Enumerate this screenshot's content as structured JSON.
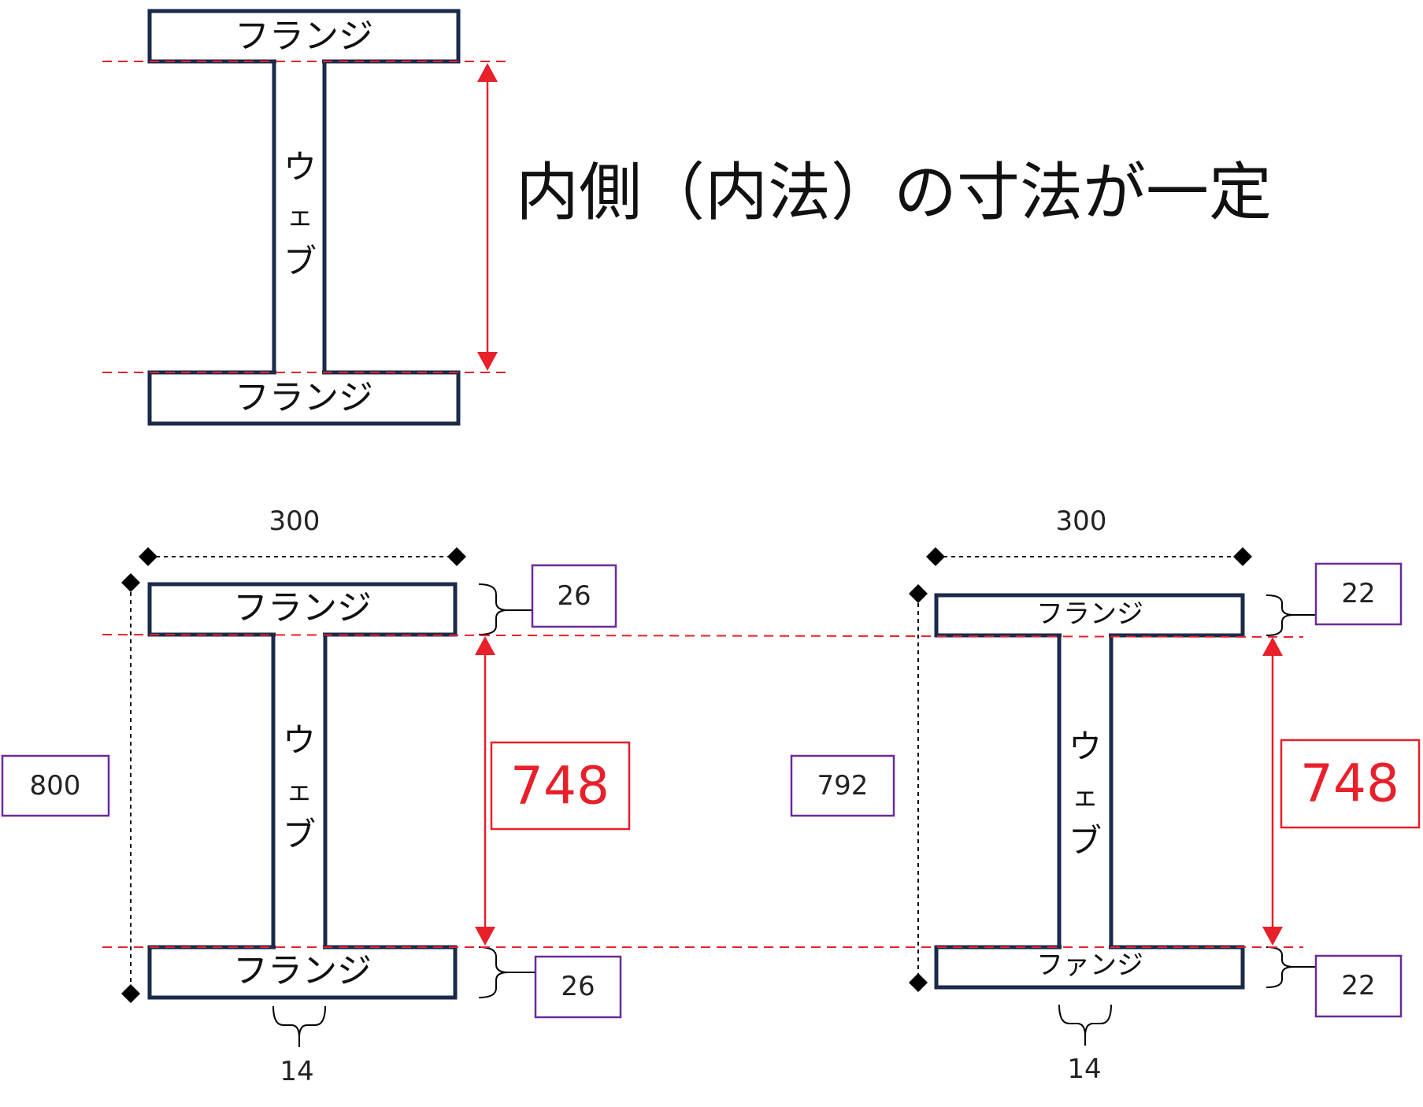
{
  "heading": "内側（内法）の寸法が一定",
  "labels": {
    "flange": "フランジ",
    "flange_variant": "ファンジ",
    "web_chars": [
      "ウ",
      "ェ",
      "ブ"
    ]
  },
  "beam_left": {
    "width": "300",
    "total_height": "800",
    "top_flange_thickness": "26",
    "bottom_flange_thickness": "26",
    "inner_height": "748",
    "web_thickness": "14"
  },
  "beam_right": {
    "width": "300",
    "total_height": "792",
    "top_flange_thickness": "22",
    "bottom_flange_thickness": "22",
    "inner_height": "748",
    "web_thickness": "14"
  },
  "colors": {
    "outline": "#1b2a4a",
    "accent_red": "#e8202a",
    "box_purple": "#6a2a9a"
  }
}
